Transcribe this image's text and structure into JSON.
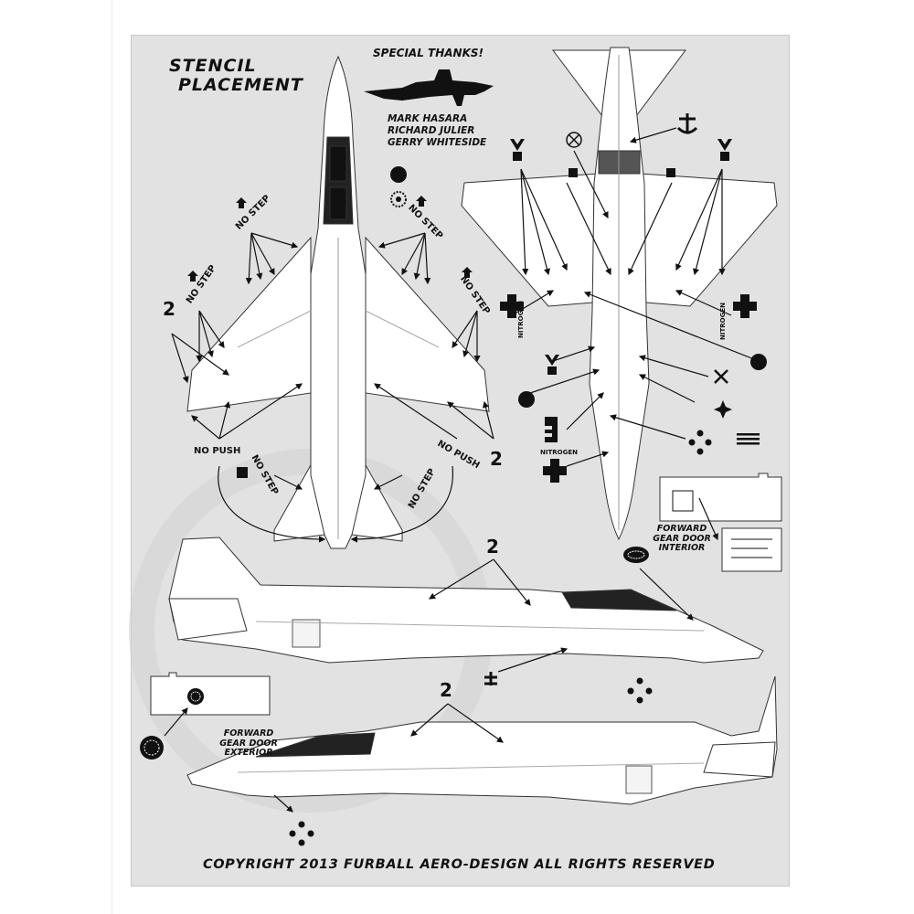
{
  "sheet": {
    "title_line1": "STENCIL",
    "title_line2": "PLACEMENT",
    "thanks_heading": "SPECIAL THANKS!",
    "thanks_names": [
      "MARK HASARA",
      "RICHARD JULIER",
      "GERRY WHITESIDE"
    ],
    "copyright": "COPYRIGHT 2013 FURBALL AERO-DESIGN ALL RIGHTS RESERVED"
  },
  "callouts": {
    "no_step": "NO STEP",
    "no_push": "NO PUSH",
    "nitrogen": "NITROGEN",
    "count_two": "2"
  },
  "gear_doors": {
    "interior_label": [
      "FORWARD",
      "GEAR DOOR",
      "INTERIOR"
    ],
    "exterior_label": [
      "FORWARD",
      "GEAR DOOR",
      "EXTERIOR"
    ]
  },
  "colors": {
    "sheet_background": "#e2e2e2",
    "aircraft_fill": "#ffffff",
    "ink": "#111111"
  },
  "icons": [
    "aircraft-silhouette-icon",
    "anchor-icon",
    "v-marker-icon",
    "circle-x-icon",
    "four-dot-icon",
    "cross-icon",
    "roundel-icon"
  ]
}
